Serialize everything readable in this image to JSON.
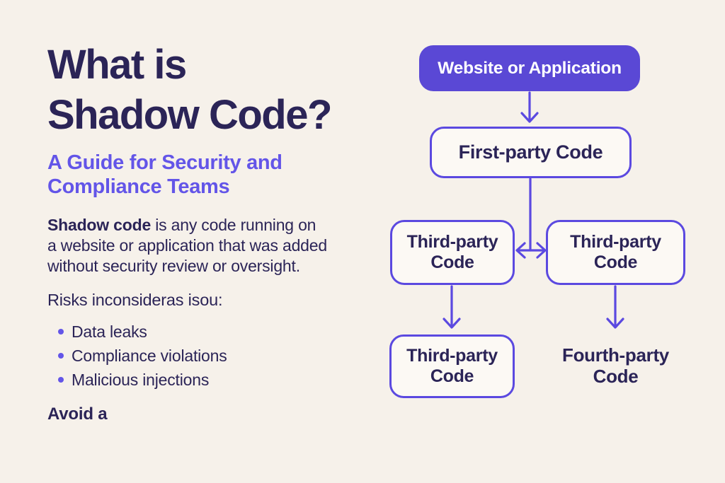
{
  "theme": {
    "bg": "#f6f1ea",
    "navy": "#2b2457",
    "purple": "#6355e8",
    "accent": "#5b49e0",
    "accent-fill": "#5a48d5",
    "node-bg": "#fcf9f4",
    "white": "#ffffff"
  },
  "left": {
    "title_lines": [
      "What is",
      "Shadow Code?"
    ],
    "subtitle_lines": [
      "A Guide for Security and",
      "Compliance Teams"
    ],
    "body": {
      "lead": "Shadow code",
      "lead_rest": " is any code running on",
      "lines": [
        "a website or application that was added",
        "without security review or oversight."
      ]
    },
    "risks_heading": "Risks inconsideras isou:",
    "bullets": [
      "Data leaks",
      "Compliance violations",
      "Malicious injections"
    ],
    "footer_note": "Avoid a"
  },
  "flowchart": {
    "nodes": [
      {
        "id": "website",
        "label": "Website or Application",
        "type": "filled"
      },
      {
        "id": "first",
        "label": "First-party Code",
        "type": "outlined"
      },
      {
        "id": "third-left",
        "label": "Third-party Code",
        "type": "outlined"
      },
      {
        "id": "third-right",
        "label": "Third-party Code",
        "type": "outlined"
      },
      {
        "id": "third-bottom",
        "label": "Third-party Code",
        "type": "outlined"
      },
      {
        "id": "fourth",
        "label": "Fourth-party Code",
        "type": "text"
      }
    ],
    "edges": [
      {
        "from": "website",
        "to": "first",
        "style": "down-arrow"
      },
      {
        "from": "first",
        "to": "third-left & third-right",
        "style": "t-split-double-arrow"
      },
      {
        "from": "third-left",
        "to": "third-bottom",
        "style": "down-arrow"
      },
      {
        "from": "third-right",
        "to": "fourth",
        "style": "down-arrow"
      }
    ]
  }
}
